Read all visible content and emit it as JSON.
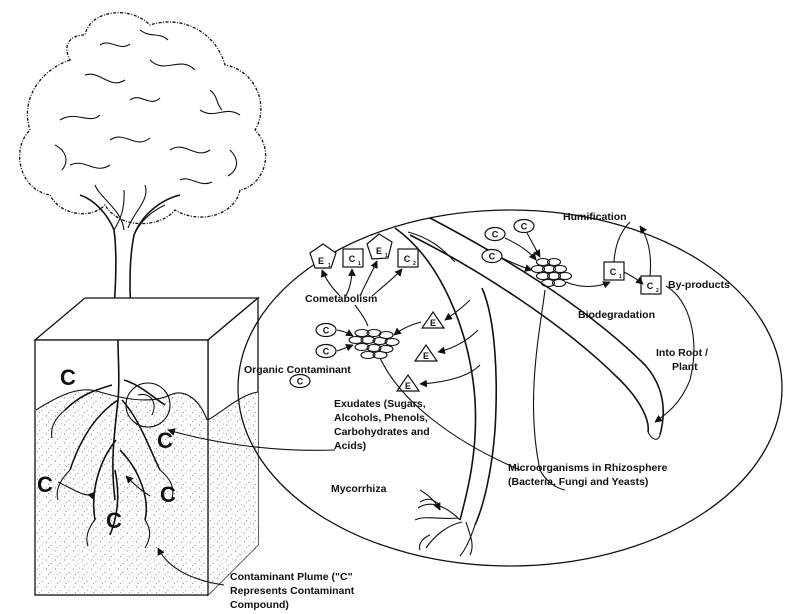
{
  "symbols": {
    "contaminant": "C",
    "contaminant_1": "C",
    "contaminant_2": "C",
    "exudate": "E",
    "exudate_1": "E",
    "sub_1": "1",
    "sub_2": "2"
  },
  "labels": {
    "humification": "Humification",
    "by_products": "By-products",
    "biodegradation": "Biodegradation",
    "into_root_line1": "Into Root /",
    "into_root_line2": "Plant",
    "cometabolism": "Cometabolism",
    "organic_contaminant": "Organic Contaminant",
    "exudates_line1": "Exudates (Sugars,",
    "exudates_line2": "Alcohols, Phenols,",
    "exudates_line3": "Carbohydrates and",
    "exudates_line4": "Acids)",
    "microorganisms_line1": "Microorganisms in Rhizosphere",
    "microorganisms_line2": "(Bacteria, Fungi and Yeasts)",
    "mycorrhiza": "Mycorrhiza",
    "plume_line1": "Contaminant Plume (\"C\"",
    "plume_line2": "Represents Contaminant",
    "plume_line3": "Compound)"
  }
}
